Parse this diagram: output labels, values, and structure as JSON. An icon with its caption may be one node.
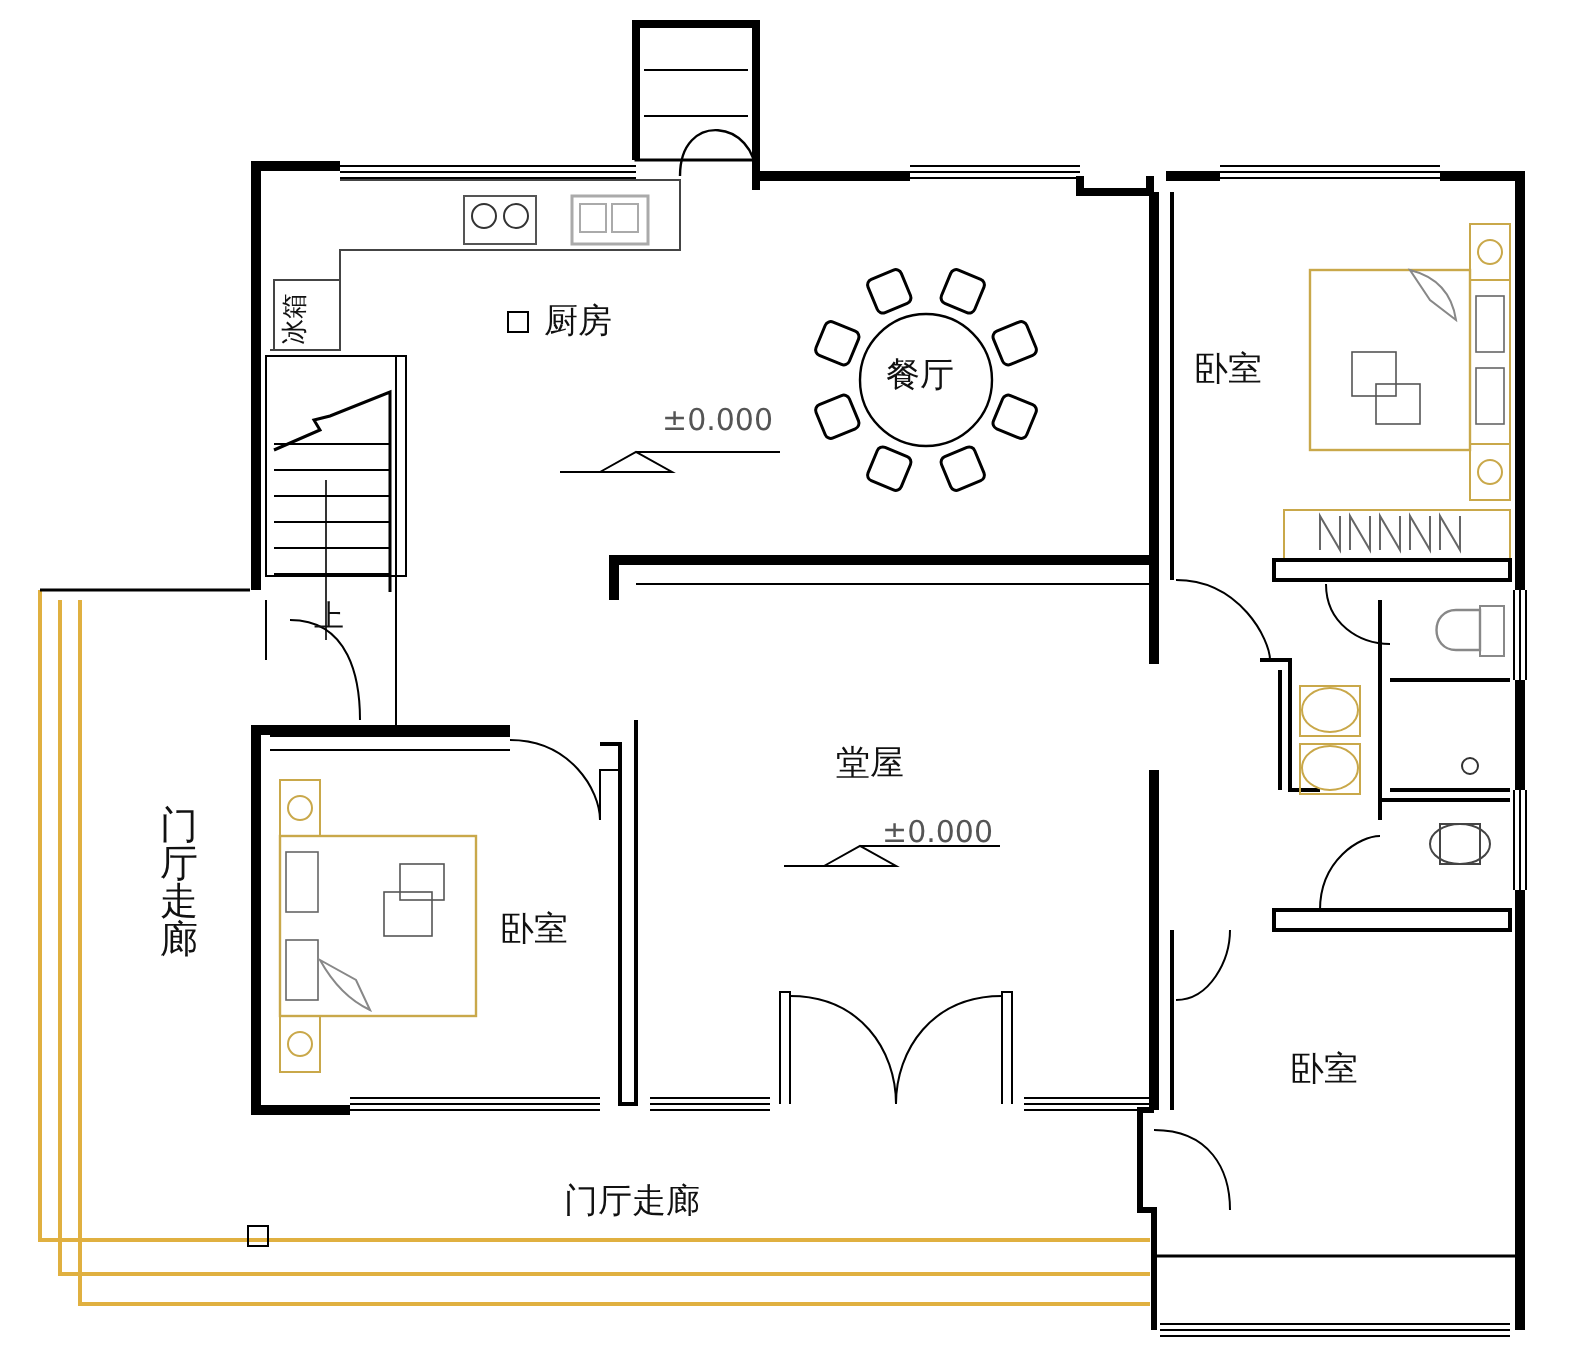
{
  "diagram": {
    "labels": [
      "冰箱",
      "厨房",
      "餐厅",
      "卧室",
      "±0.000",
      "上",
      "堂屋",
      "±0.000",
      "门厅走廊",
      "卧室",
      "卧室",
      "门厅走廊"
    ]
  }
}
